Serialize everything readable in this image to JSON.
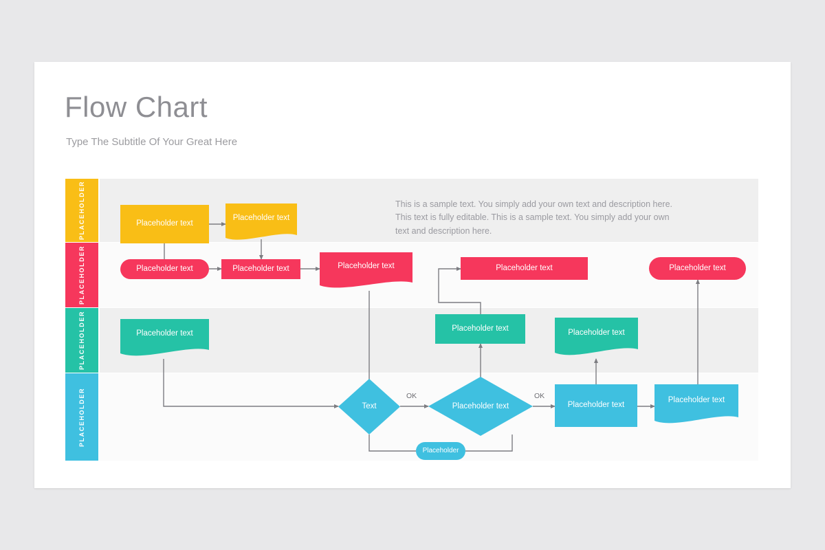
{
  "slide": {
    "title": "Flow Chart",
    "subtitle": "Type The Subtitle Of Your Great Here",
    "description": "This is a sample text. You simply add your own text and description here. This text is fully editable. This is a sample text. You simply add your own text and description here."
  },
  "colors": {
    "yellow": "#F9BE16",
    "red": "#F6375C",
    "teal": "#25C2A6",
    "blue": "#3FC0E0",
    "connector": "#7d7d82",
    "lane_band_shade": "#efefef",
    "lane_band_light": "#fbfbfb",
    "title": "#8e8e93",
    "subtitle": "#9b9b9f",
    "description": "#9a9aa0"
  },
  "lanes": [
    {
      "label": "PLACEHOLDER",
      "color": "#F9BE16",
      "band": "#efefef"
    },
    {
      "label": "PLACEHOLDER",
      "color": "#F6375C",
      "band": "#fbfbfb"
    },
    {
      "label": "PLACEHOLDER",
      "color": "#25C2A6",
      "band": "#efefef"
    },
    {
      "label": "PLACEHOLDER",
      "color": "#3FC0E0",
      "band": "#fbfbfb"
    }
  ],
  "nodes": {
    "y1": "Placeholder text",
    "y2": "Placeholder text",
    "r1": "Placeholder text",
    "r2": "Placeholder text",
    "r3": "Placeholder text",
    "r4": "Placeholder text",
    "r5": "Placeholder text",
    "g1": "Placeholder text",
    "g2": "Placeholder text",
    "g3": "Placeholder text",
    "b1": "Text",
    "b2": "Placeholder text",
    "b3": "Placeholder text",
    "b4": "Placeholder text",
    "b5": "Placeholder"
  },
  "edge_labels": {
    "ok1": "OK",
    "ok2": "OK"
  }
}
